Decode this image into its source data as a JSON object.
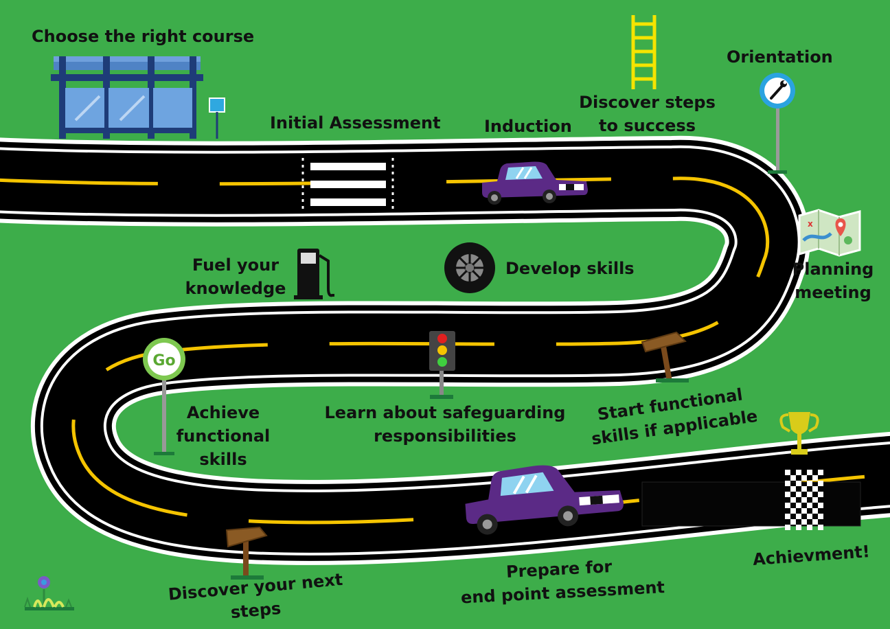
{
  "steps": {
    "choose_course": "Choose the right course",
    "initial_assessment": "Initial Assessment",
    "induction": "Induction",
    "discover_steps_1": "Discover steps",
    "discover_steps_2": "to success",
    "orientation": "Orientation",
    "planning_1": "Planning",
    "planning_2": "meeting",
    "fuel_1": "Fuel your",
    "fuel_2": "knowledge",
    "develop_skills": "Develop skills",
    "achieve_fs_1": "Achieve",
    "achieve_fs_2": "functional",
    "achieve_fs_3": "skills",
    "safeguarding_1": "Learn about safeguarding",
    "safeguarding_2": "responsibilities",
    "start_fs_1": "Start functional",
    "start_fs_2": "skills if applicable",
    "next_steps_1": "Discover your next",
    "next_steps_2": "steps",
    "epa_1": "Prepare for",
    "epa_2": "end point assessment",
    "achievement": "Achievment!"
  },
  "signs": {
    "go_sign": "Go"
  },
  "icons": [
    "bus-stop-icon",
    "ladder-icon",
    "wrench-sign-icon",
    "map-icon",
    "fuel-pump-icon",
    "tyre-icon",
    "traffic-light-icon",
    "signpost-icon",
    "trophy-icon",
    "flower-icon",
    "car-icon",
    "finish-flag-icon"
  ],
  "colors": {
    "background": "#3dad4a",
    "road": "#000000",
    "road_edge": "#ffffff",
    "center_line": "#f5c400",
    "car": "#5b2a86"
  }
}
